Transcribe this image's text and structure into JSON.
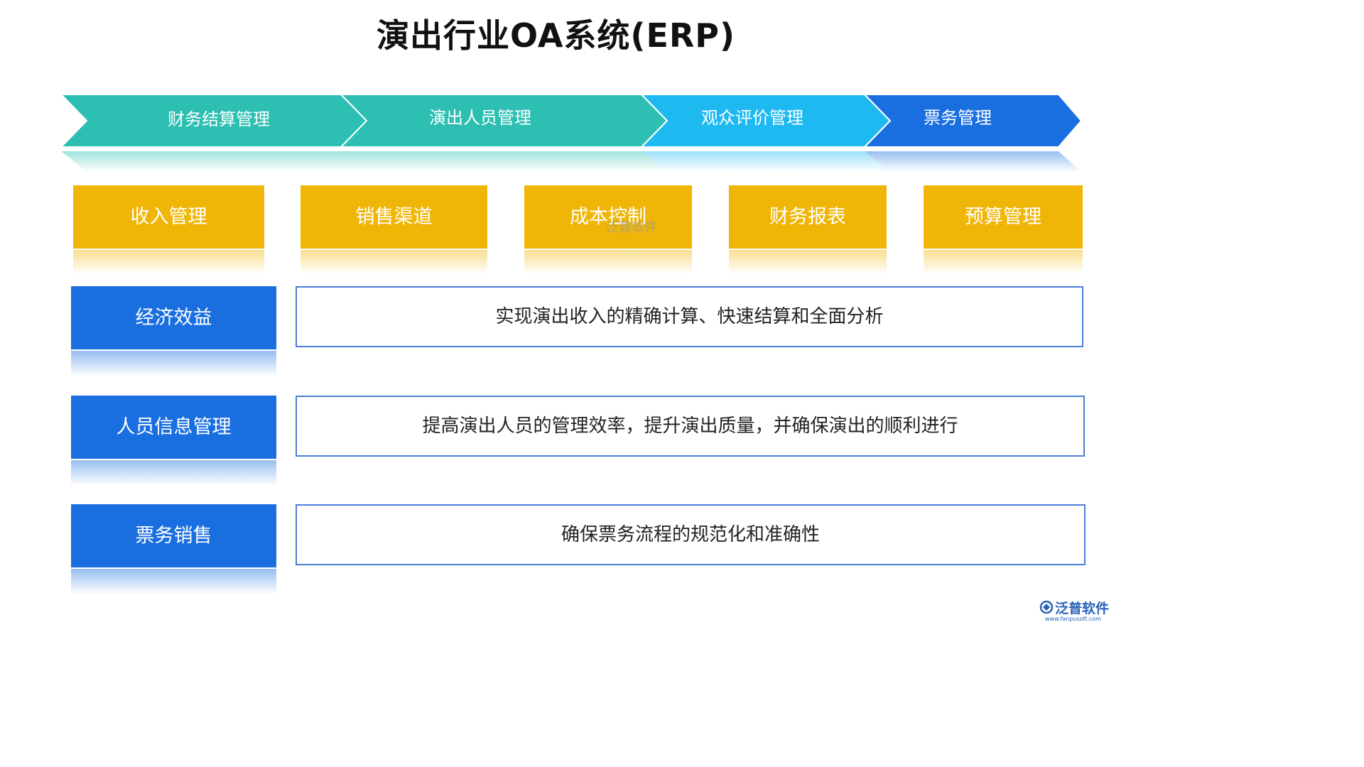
{
  "title": "演出行业OA系统(ERP)",
  "colors": {
    "teal": "#2cbfb2",
    "sky": "#1fb9f2",
    "blue": "#1a6fe0",
    "yellow": "#efb608",
    "border": "#4a7fd6"
  },
  "process_steps": [
    {
      "label": "财务结算管理"
    },
    {
      "label": "演出人员管理"
    },
    {
      "label": "观众评价管理"
    },
    {
      "label": "票务管理"
    }
  ],
  "modules": [
    {
      "label": "收入管理"
    },
    {
      "label": "销售渠道"
    },
    {
      "label": "成本控制"
    },
    {
      "label": "财务报表"
    },
    {
      "label": "预算管理"
    }
  ],
  "benefits": [
    {
      "label": "经济效益",
      "description": "实现演出收入的精确计算、快速结算和全面分析"
    },
    {
      "label": "人员信息管理",
      "description": "提高演出人员的管理效率，提升演出质量，并确保演出的顺利进行"
    },
    {
      "label": "票务销售",
      "description": "确保票务流程的规范化和准确性"
    }
  ],
  "watermark": "泛普软件",
  "logo": {
    "name": "泛普软件",
    "url": "www.fanpusoft.com",
    "icon": "fanpu-logo-icon"
  }
}
